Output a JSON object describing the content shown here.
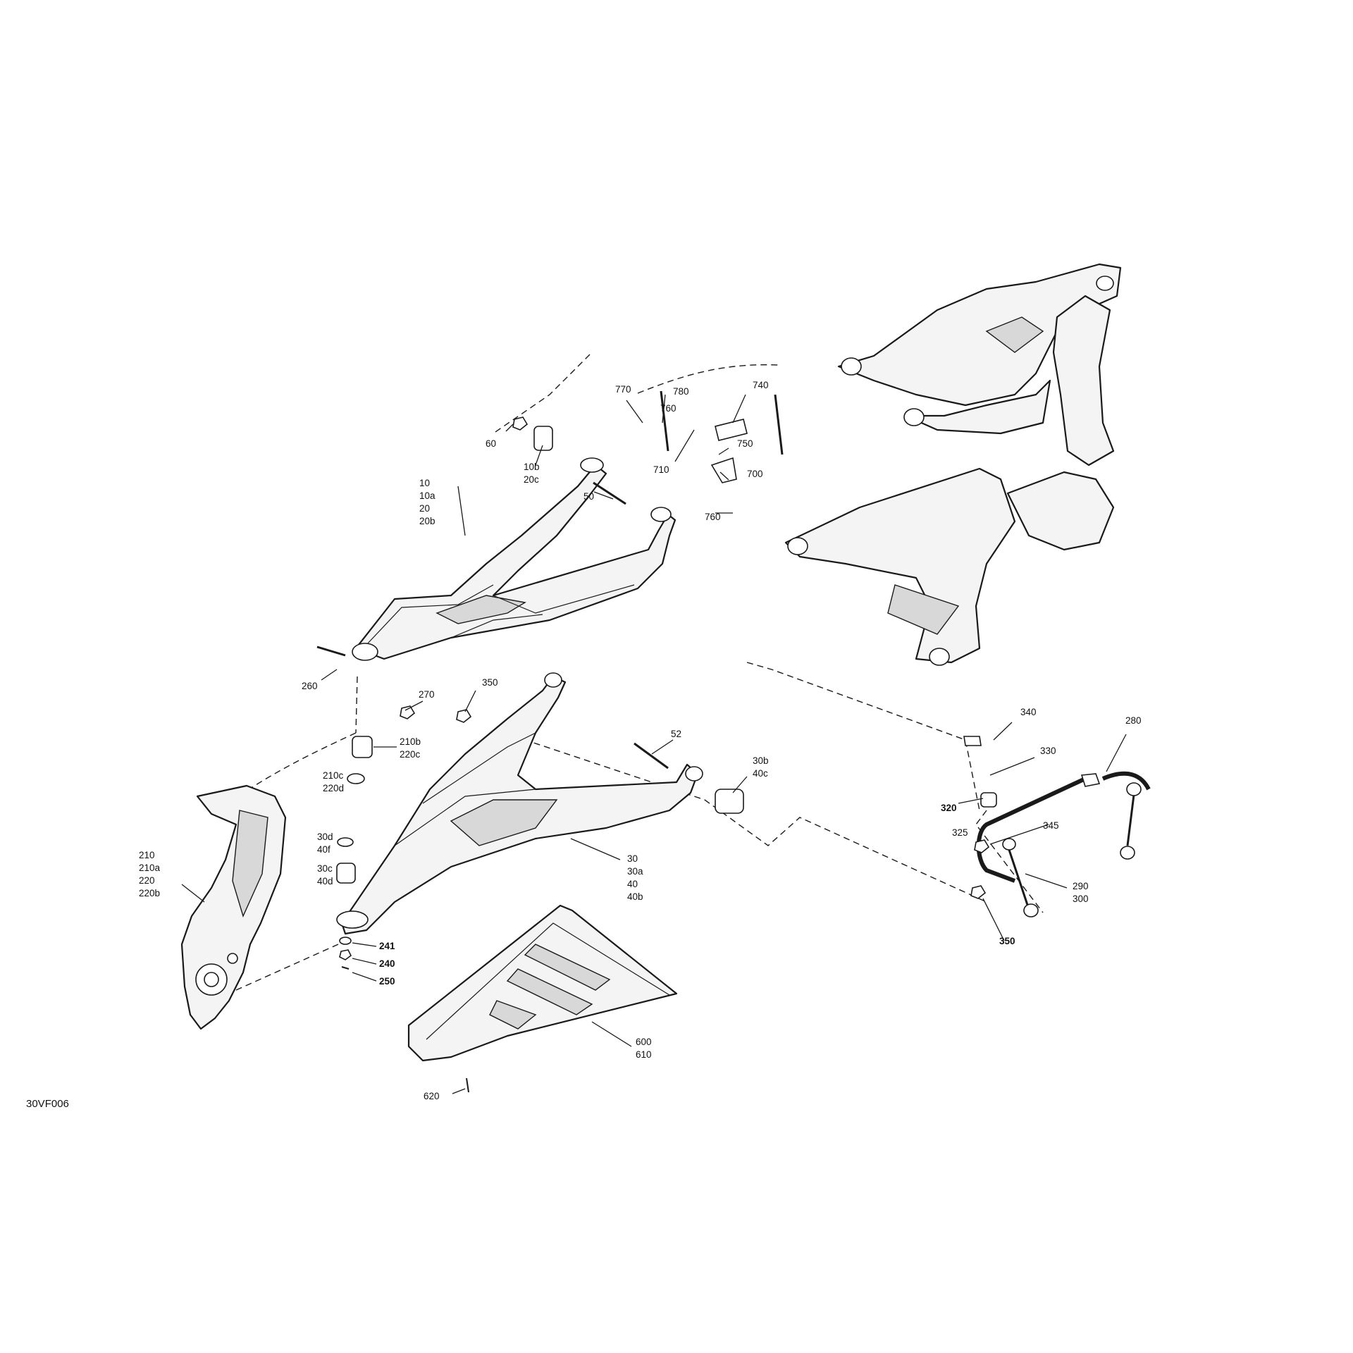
{
  "figure": {
    "code": "30VF006"
  },
  "callouts": {
    "c770": "770",
    "c780": "780",
    "c760a": "760",
    "c740": "740",
    "c750": "750",
    "c710": "710",
    "c700": "700",
    "c760b": "760",
    "c60": "60",
    "c10b_20c": [
      "10b",
      "20c"
    ],
    "c10_group": [
      "10",
      "10a",
      "20",
      "20b"
    ],
    "c50": "50",
    "c260": "260",
    "c270": "270",
    "c350a": "350",
    "c52": "52",
    "c210b_220c": [
      "210b",
      "220c"
    ],
    "c210c_220d": [
      "210c",
      "220d"
    ],
    "c30b_40c": [
      "30b",
      "40c"
    ],
    "c30d_40f": [
      "30d",
      "40f"
    ],
    "c30c_40d": [
      "30c",
      "40d"
    ],
    "c210_group": [
      "210",
      "210a",
      "220",
      "220b"
    ],
    "c30_group": [
      "30",
      "30a",
      "40",
      "40b"
    ],
    "c241": "241",
    "c240": "240",
    "c250": "250",
    "c600_610": [
      "600",
      "610"
    ],
    "c620": "620",
    "c340": "340",
    "c330": "330",
    "c280": "280",
    "c320": "320",
    "c325": "325",
    "c345": "345",
    "c290_300": [
      "290",
      "300"
    ],
    "c350b": "350"
  }
}
